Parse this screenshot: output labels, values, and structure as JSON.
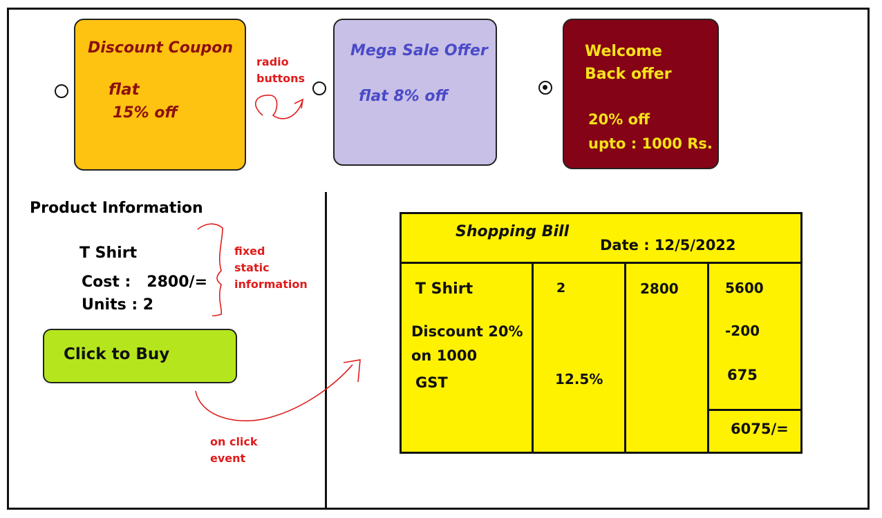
{
  "offers": [
    {
      "title": "Discount Coupon",
      "line1": "flat",
      "line2": "15% off",
      "selected": false
    },
    {
      "title": "Mega Sale Offer",
      "line1": "flat  8% off",
      "selected": false
    },
    {
      "title_line1": "Welcome",
      "title_line2": "Back offer",
      "line1": "20% off",
      "line2": "upto : 1000 Rs.",
      "selected": true
    }
  ],
  "annotations": {
    "radio_line1": "radio",
    "radio_line2": "buttons",
    "fixed_line1": "fixed",
    "fixed_line2": "static",
    "fixed_line3": "information",
    "click_line1": "on click",
    "click_line2": "event"
  },
  "product": {
    "heading": "Product Information",
    "name": "T Shirt",
    "cost": "Cost :   2800/=",
    "units": "Units : 2",
    "buy_label": "Click to Buy"
  },
  "bill": {
    "title": "Shopping Bill",
    "date": "Date : 12/5/2022",
    "item": "T Shirt",
    "qty": "2",
    "price": "2800",
    "amount": "5600",
    "discount_line1": "Discount 20%",
    "discount_line2": "on 1000",
    "discount_amount": "-200",
    "gst_label": "GST",
    "gst_rate": "12.5%",
    "gst_amount": "675",
    "total": "6075/="
  },
  "colors": {
    "coupon_bg": "#fec311",
    "mega_bg": "#c8c0e6",
    "welcome_bg": "#850316",
    "buy_bg": "#b5e61d",
    "bill_bg": "#fff200",
    "annotation": "#e01b1b"
  }
}
